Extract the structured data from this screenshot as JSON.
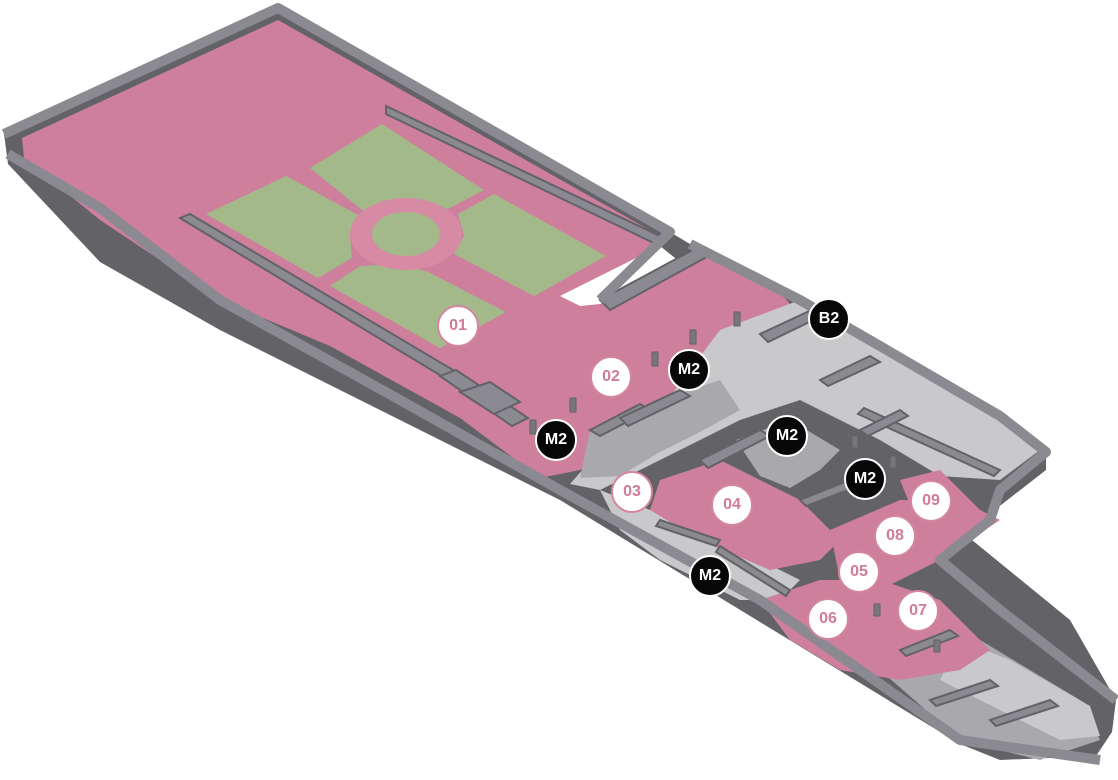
{
  "map": {
    "colors": {
      "wall_top": "#8a8a90",
      "wall_side": "#626267",
      "wall_front": "#76767b",
      "room_pink": "#cd7f9c",
      "corridor_grey": "#c9c9cc",
      "service_grey": "#a9a9ad",
      "garden_green": "#a3b98a",
      "path_pink": "#d68aa4",
      "room_badge_text": "#d27a99",
      "room_badge_border": "#d4859f",
      "lift_badge_fill": "#070707",
      "lift_badge_text": "#ffffff"
    },
    "rooms": [
      {
        "id": "room-01",
        "label": "01"
      },
      {
        "id": "room-02",
        "label": "02"
      },
      {
        "id": "room-03",
        "label": "03"
      },
      {
        "id": "room-04",
        "label": "04"
      },
      {
        "id": "room-05",
        "label": "05"
      },
      {
        "id": "room-06",
        "label": "06"
      },
      {
        "id": "room-07",
        "label": "07"
      },
      {
        "id": "room-08",
        "label": "08"
      },
      {
        "id": "room-09",
        "label": "09"
      }
    ],
    "connectors": [
      {
        "id": "stair-b2",
        "label": "B2"
      },
      {
        "id": "lift-m2-a",
        "label": "M2"
      },
      {
        "id": "lift-m2-b",
        "label": "M2"
      },
      {
        "id": "lift-m2-c",
        "label": "M2"
      },
      {
        "id": "lift-m2-d",
        "label": "M2"
      },
      {
        "id": "lift-m2-e",
        "label": "M2"
      }
    ]
  }
}
